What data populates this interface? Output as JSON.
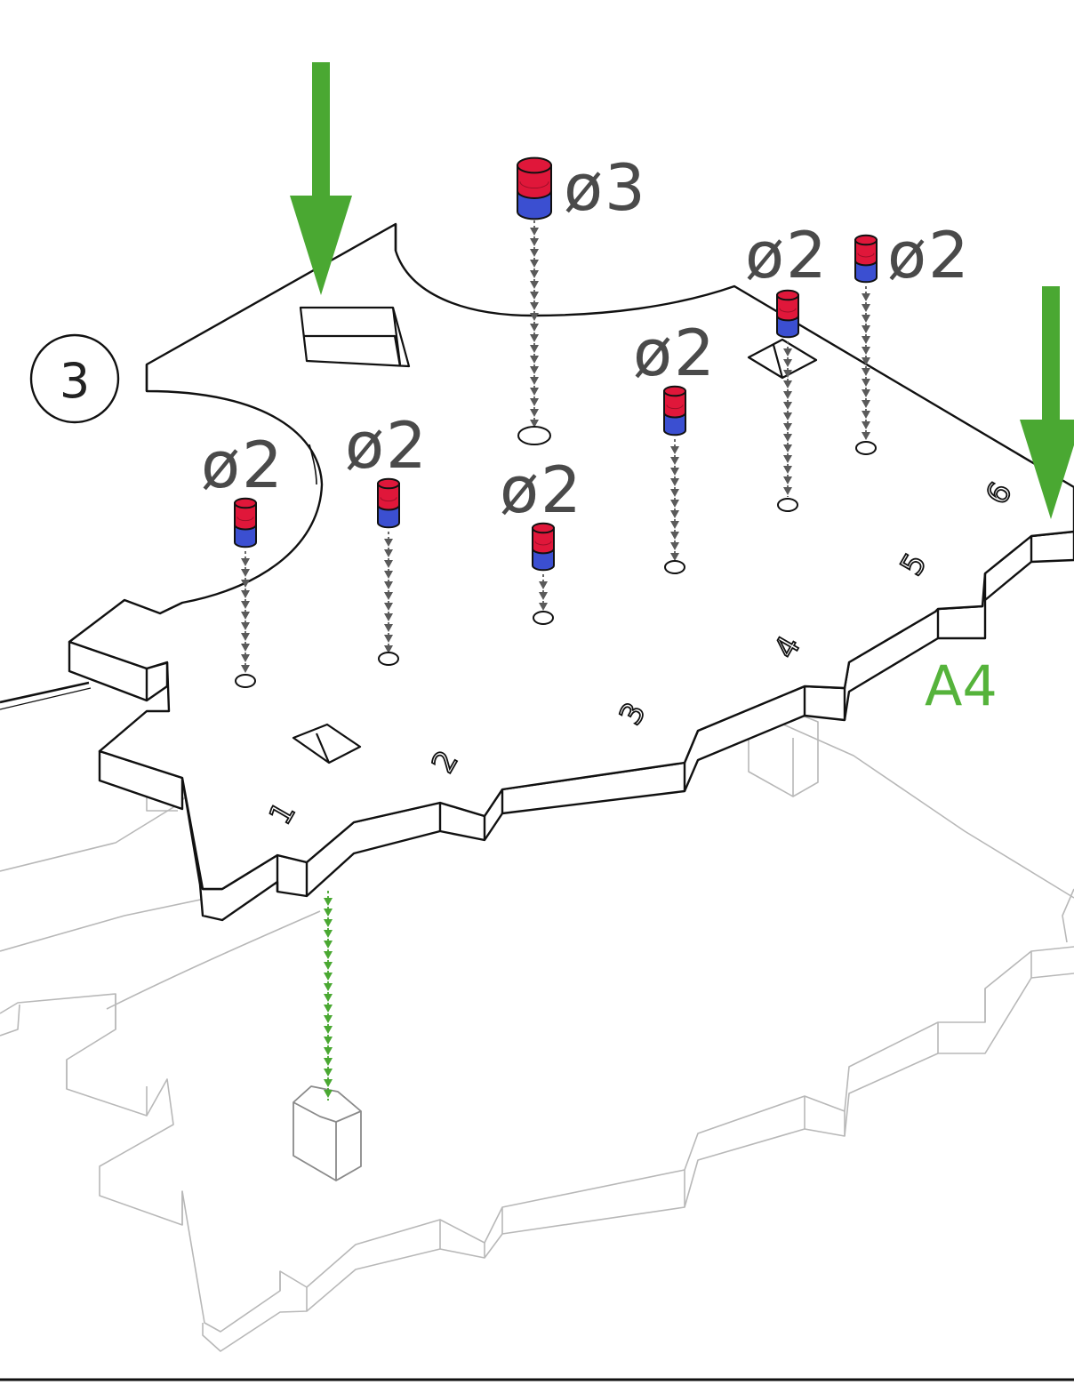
{
  "step": {
    "number": "3"
  },
  "badge": {
    "text": "A4"
  },
  "colors": {
    "arrow": "#4aa832",
    "magnet_north": "#e0173a",
    "magnet_south": "#3b4fd1",
    "label": "#4a4a4a",
    "ghost_outline": "#b8b8b8",
    "badge": "#55b33b"
  },
  "icons": [
    "down-arrow-icon",
    "magnet-icon",
    "step-circle-icon"
  ],
  "magnets": [
    {
      "label": "ø3"
    },
    {
      "label": "ø2"
    },
    {
      "label": "ø2"
    },
    {
      "label": "ø2"
    },
    {
      "label": "ø2"
    },
    {
      "label": "ø2"
    },
    {
      "label": "ø2"
    }
  ],
  "edge_numbers": [
    "1",
    "2",
    "3",
    "4",
    "5",
    "6"
  ]
}
